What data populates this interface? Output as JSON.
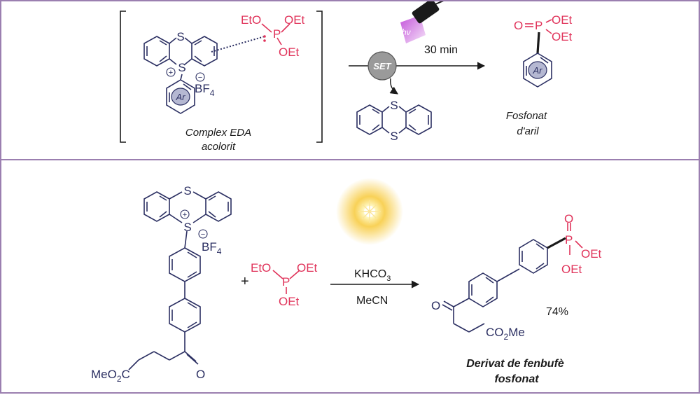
{
  "colors": {
    "structure": "#2b2f62",
    "reagent": "#e0335a",
    "frame": "#9b7fb0",
    "ar_fill": "#b5b8d2",
    "set_fill": "#9a9a9a",
    "lamp_beam": "#c04ad8",
    "sun": "#f7c93a"
  },
  "atoms": {
    "S": "S",
    "P": "P",
    "O": "O",
    "OEt": "OEt",
    "EtO": "EtO",
    "Ar": "Ar",
    "plus": "+",
    "minus": "−",
    "BF": "BF",
    "four": "4"
  },
  "icons": {
    "lamp": "flashlight-icon",
    "sun": "sun-icon"
  },
  "top_scheme": {
    "hv": "hν",
    "set": "SET",
    "time": "30 min",
    "complex_label_1": "Complex EDA",
    "complex_label_2": "acolorit",
    "product_label_1": "Fosfonat",
    "product_label_2": "d'aril"
  },
  "bottom_scheme": {
    "plus_sign": "+",
    "base_prefix": "KHCO",
    "base_sub": "3",
    "solvent": "MeCN",
    "yield": "74%",
    "ester_left_prefix": "MeO",
    "ester_left_sub": "2",
    "ester_left_suffix": "C",
    "ester_right_prefix": "CO",
    "ester_right_sub": "2",
    "ester_right_suffix": "Me",
    "product_label_1": "Derivat de fenbufè",
    "product_label_2": "fosfonat"
  }
}
